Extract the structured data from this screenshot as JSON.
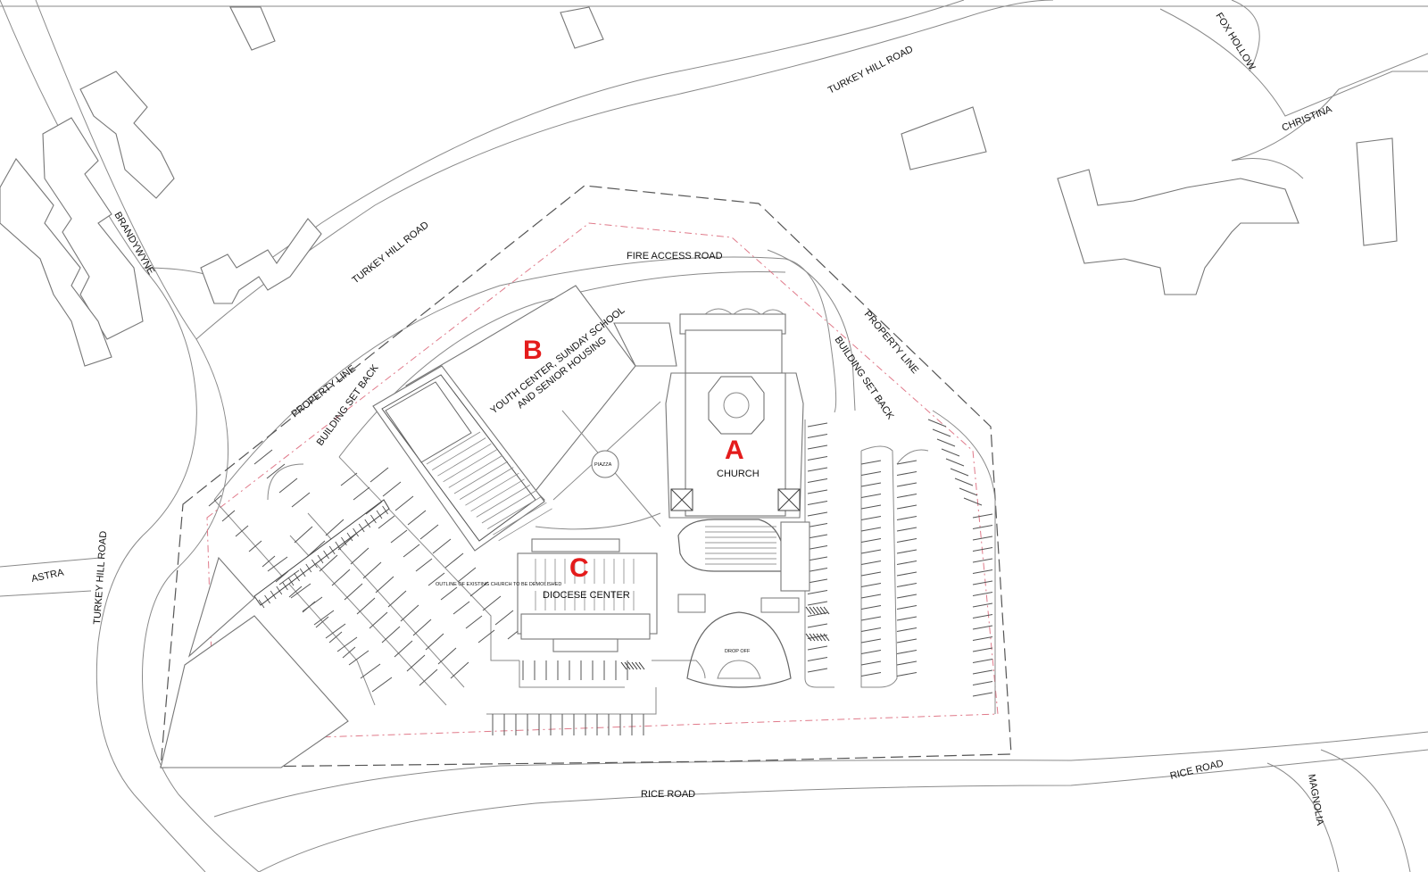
{
  "streets": {
    "turkey_hill_road_ne": "TURKEY HILL ROAD",
    "turkey_hill_road_nw": "TURKEY HILL ROAD",
    "turkey_hill_road_w": "TURKEY HILL ROAD",
    "fox_hollow": "FOX HOLLOW",
    "christina": "CHRISTINA",
    "brandywyne": "BRANDYWYNE",
    "astra": "ASTRA",
    "rice_road_s": "RICE ROAD",
    "rice_road_se": "RICE ROAD",
    "magnolia": "MAGNOLIA",
    "fire_access_road": "FIRE ACCESS ROAD"
  },
  "boundaries": {
    "property_line_nw": "PROPERTY LINE",
    "property_line_ne": "PROPERTY LINE",
    "building_set_back_nw": "BUILDING SET BACK",
    "building_set_back_ne": "BUILDING SET BACK"
  },
  "buildings": {
    "a": {
      "letter": "A",
      "name": "CHURCH"
    },
    "b": {
      "letter": "B",
      "name_line1": "YOUTH CENTER, SUNDAY SCHOOL",
      "name_line2": "AND SENIOR HOUSING"
    },
    "c": {
      "letter": "C",
      "name": "DIOCESE CENTER"
    }
  },
  "features": {
    "piazza": "PIAZZA",
    "drop_off": "DROP OFF",
    "demolish_note": "OUTLINE OF EXISTING CHURCH TO BE DEMOLISHED"
  },
  "colors": {
    "building_letter": "#e41c1c",
    "setback_line": "#e07a8a",
    "linework": "#8a8a8a"
  }
}
